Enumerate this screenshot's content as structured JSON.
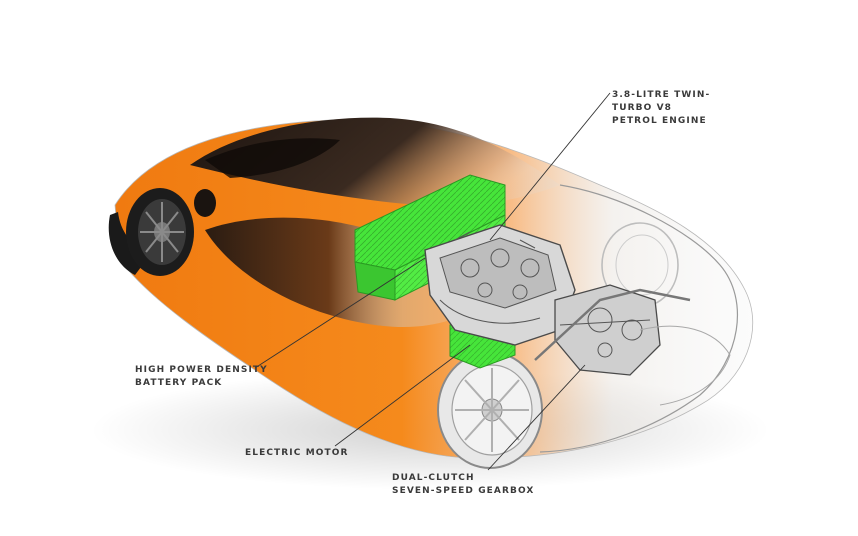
{
  "labels": {
    "engine": {
      "line1": "3.8-LITRE TWIN-",
      "line2": "TURBO V8",
      "line3": "PETROL ENGINE"
    },
    "battery": {
      "line1": "HIGH POWER DENSITY",
      "line2": "BATTERY PACK"
    },
    "motor": {
      "line1": "ELECTRIC MOTOR"
    },
    "gearbox": {
      "line1": "DUAL-CLUTCH",
      "line2": "SEVEN-SPEED GEARBOX"
    }
  },
  "colors": {
    "body_orange": "#f07a10",
    "body_dark": "#2a1a10",
    "battery_green": "#46e53a",
    "leader_line": "#333333",
    "label_text": "#3a3a3a"
  }
}
